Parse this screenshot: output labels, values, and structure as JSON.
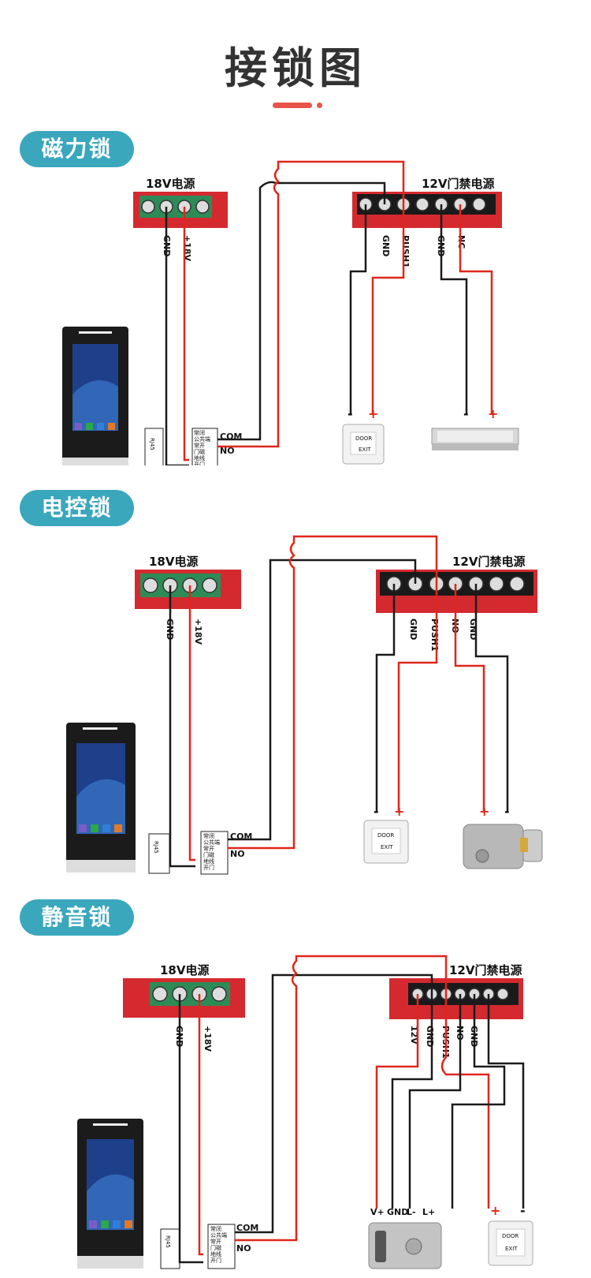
{
  "page": {
    "title": "接锁图"
  },
  "colors": {
    "accent": "#e8534a",
    "pill": "#3aa7bd",
    "wire_red": "#e0261b",
    "wire_black": "#1a1a1a",
    "psu_red": "#d42a2f",
    "terminal_green": "#2e8b57"
  },
  "sections": [
    {
      "name": "磁力锁",
      "psu18": {
        "title": "18V电源",
        "labels": [
          "GND",
          "+18V"
        ]
      },
      "psu12": {
        "title": "12V门禁电源",
        "labels": [
          "GND",
          "PUSH1",
          "GND",
          "NC"
        ]
      },
      "terminal": {
        "rj45": "RJ45",
        "rows": [
          "常闭",
          "公共端",
          "常开",
          "门磁",
          "地线",
          "开门"
        ],
        "com": "COM",
        "no": "NO"
      },
      "devices": [
        {
          "name": "exit-button",
          "text1": "DOOR",
          "text2": "EXIT",
          "signs": [
            "-",
            "+"
          ]
        },
        {
          "name": "magnetic-lock",
          "signs": [
            "-",
            "+"
          ]
        }
      ]
    },
    {
      "name": "电控锁",
      "psu18": {
        "title": "18V电源",
        "labels": [
          "GND",
          "+18V"
        ]
      },
      "psu12": {
        "title": "12V门禁电源",
        "labels": [
          "GND",
          "PUSH1",
          "NO",
          "GND"
        ]
      },
      "terminal": {
        "rj45": "RJ45",
        "rows": [
          "常闭",
          "公共端",
          "常开",
          "门磁",
          "地线",
          "开门"
        ],
        "com": "COM",
        "no": "NO"
      },
      "devices": [
        {
          "name": "exit-button",
          "text1": "DOOR",
          "text2": "EXIT",
          "signs": [
            "-",
            "+"
          ]
        },
        {
          "name": "electric-lock",
          "signs": [
            "+",
            "-"
          ]
        }
      ]
    },
    {
      "name": "静音锁",
      "psu18": {
        "title": "18V电源",
        "labels": [
          "GND",
          "+18V"
        ]
      },
      "psu12": {
        "title": "12V门禁电源",
        "labels": [
          "12V",
          "GND",
          "PUSH1",
          "NO",
          "GND"
        ]
      },
      "terminal": {
        "rj45": "RJ45",
        "rows": [
          "常闭",
          "公共端",
          "常开",
          "门磁",
          "地线",
          "开门"
        ],
        "com": "COM",
        "no": "NO"
      },
      "devices": [
        {
          "name": "silent-lock",
          "labels": [
            "V+",
            "GND",
            "L-",
            "L+"
          ]
        },
        {
          "name": "exit-button",
          "text1": "DOOR",
          "text2": "EXIT",
          "signs": [
            "+",
            "-"
          ]
        }
      ]
    }
  ]
}
